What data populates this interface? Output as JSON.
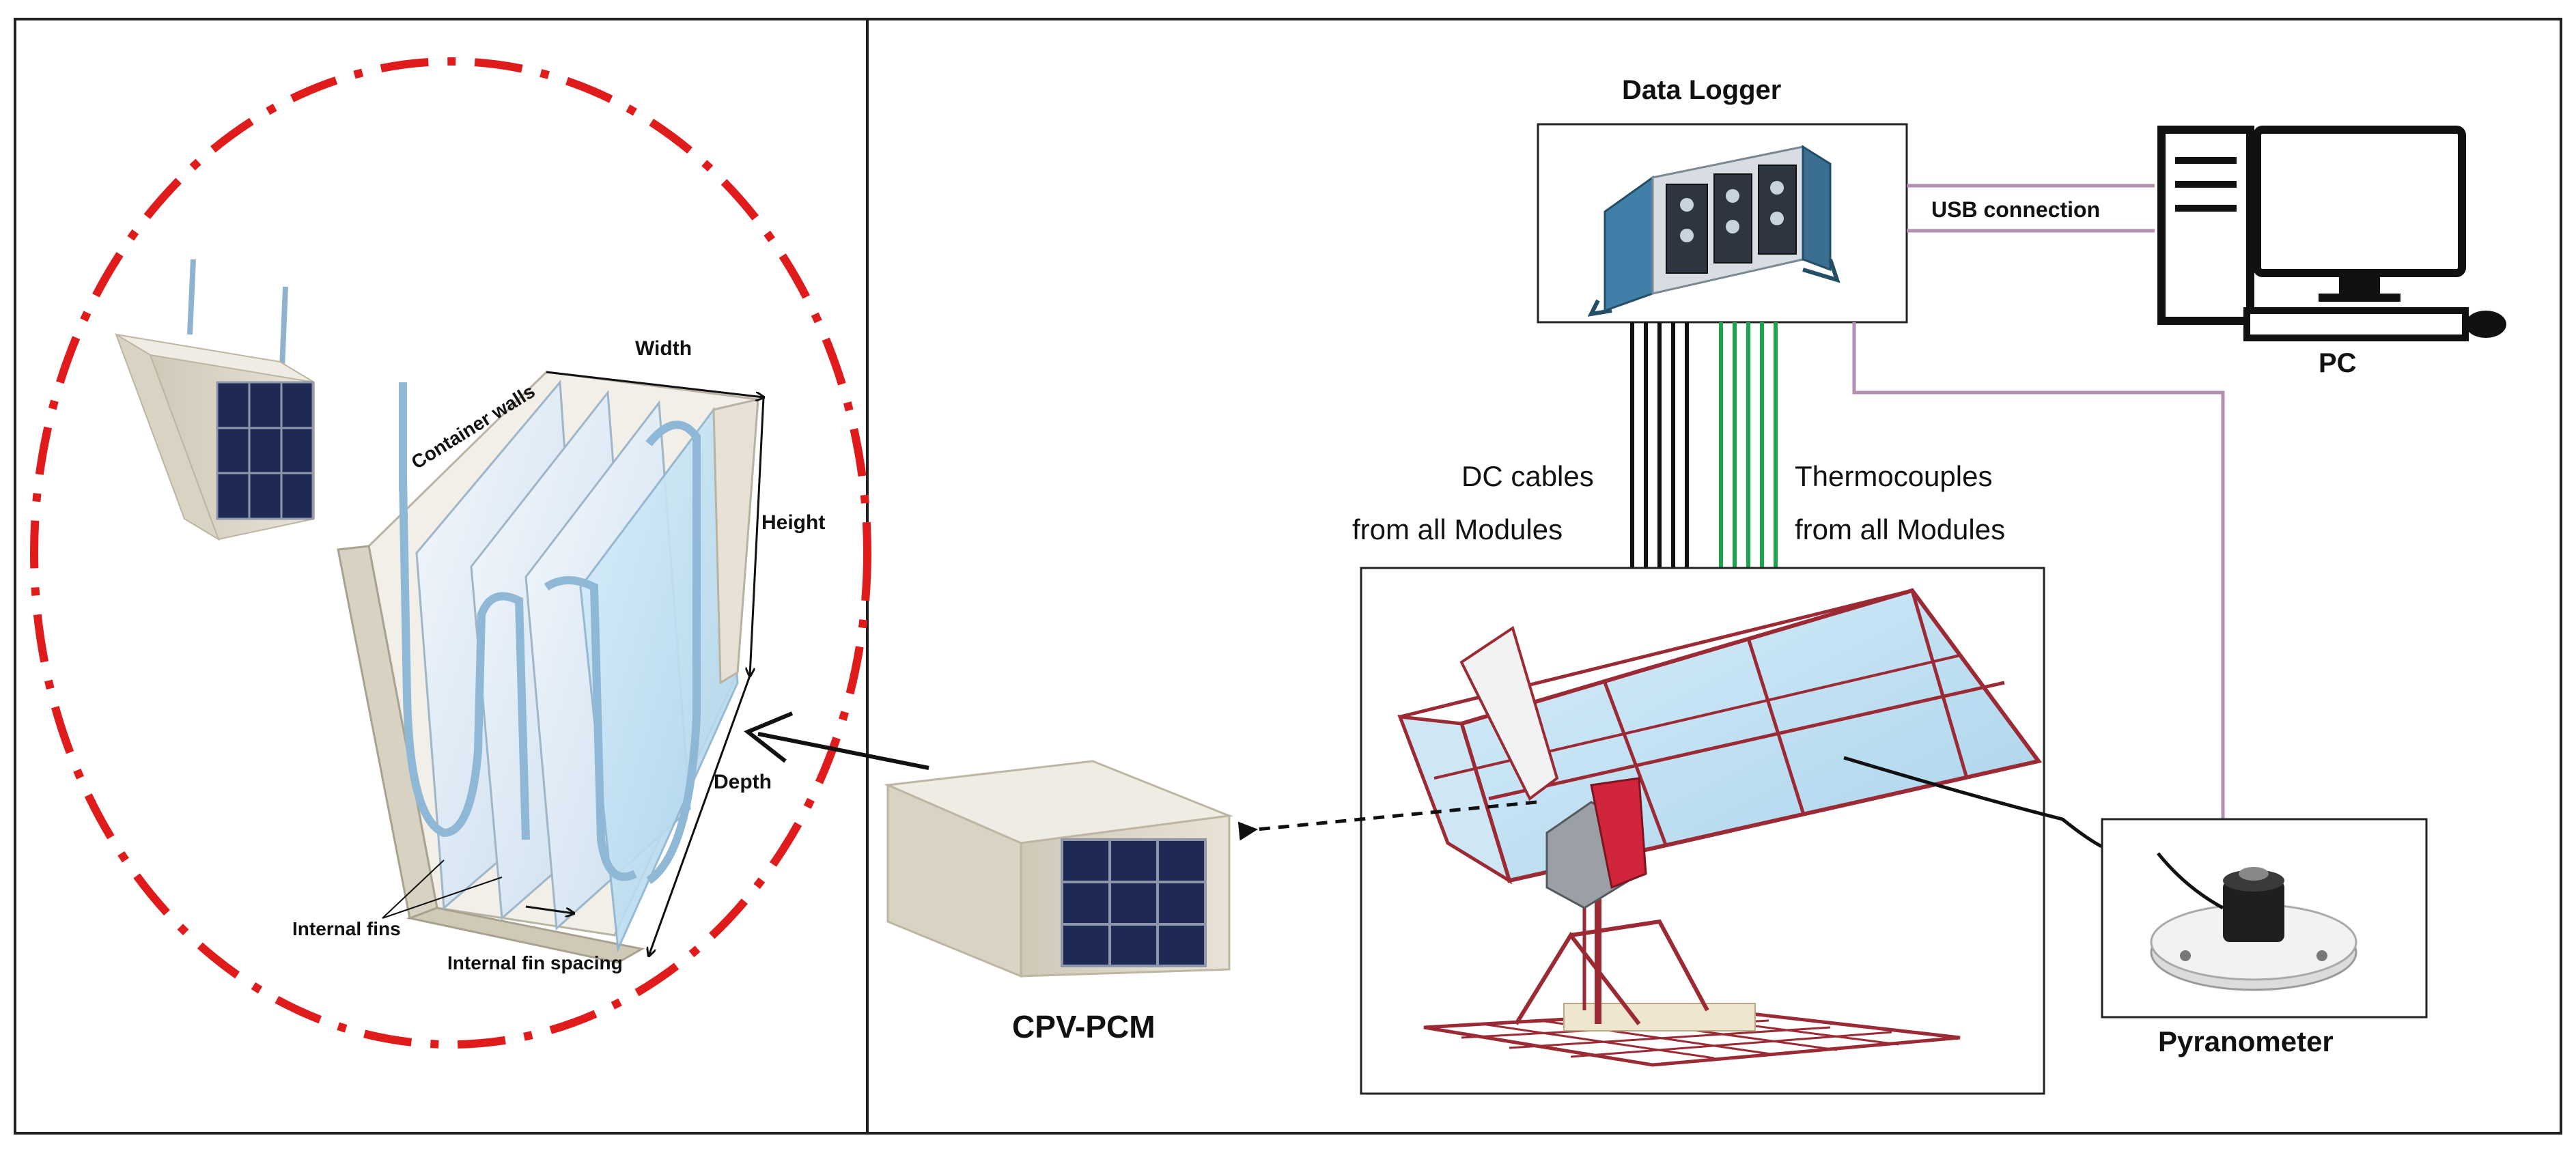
{
  "labels": {
    "data_logger": "Data Logger",
    "usb_connection": "USB connection",
    "pc": "PC",
    "dc_cables_line1": "DC cables",
    "dc_cables_line2": "from all Modules",
    "thermocouples_line1": "Thermocouples",
    "thermocouples_line2": "from all Modules",
    "cpv_pcm": "CPV-PCM",
    "pyranometer": "Pyranometer",
    "width": "Width",
    "height": "Height",
    "depth": "Depth",
    "container_walls": "Container walls",
    "internal_fins": "Internal fins",
    "internal_fin_spacing": "Internal fin spacing"
  },
  "colors": {
    "dashed_circle": "#e01b1b",
    "usb_line": "#b58fb3",
    "dc_cable": "#111111",
    "thermocouple": "#1aa64a",
    "structure_frame": "#9b2a35",
    "solar_panel": "#1e2a55",
    "glass": "#bfe0f2"
  },
  "icons": {
    "data_logger_device": "data-acquisition-chassis-icon",
    "pc": "desktop-computer-icon",
    "pyranometer": "pyranometer-sensor-icon",
    "cpv_module": "cpv-pcm-module-icon",
    "concentrator": "solar-concentrator-tracker-icon"
  }
}
